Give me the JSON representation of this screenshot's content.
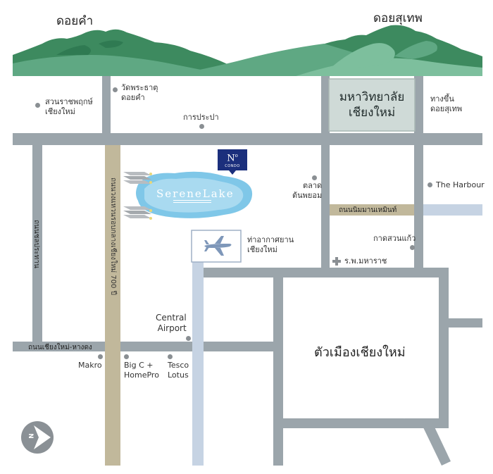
{
  "mountains": {
    "left": "ดอยคำ",
    "right": "ดอยสุเทพ"
  },
  "university": {
    "line1": "มหาวิทยาลัย",
    "line2": "เชียงใหม่"
  },
  "city": "ตัวเมืองเชียงใหม่",
  "roads": {
    "canal": "ถนนชลประทาน",
    "superhighway": "ถนนวงแหวนรอบกลางเชียงใหม่ 700 ปี",
    "nimman": "ถนนนิมมานเหมินท์",
    "hangdong": "ถนนเชียงใหม่-หางดง"
  },
  "places": {
    "suan_rajapruek": {
      "line1": "สวนราชพฤกษ์",
      "line2": "เชียงใหม่"
    },
    "wat_phra_that": {
      "line1": "วัดพระธาตุ",
      "line2": "ดอยคำ"
    },
    "electricity": "การประปา",
    "to_doi_suthep": {
      "line1": "ทางขึ้น",
      "line2": "ดอยสุเทพ"
    },
    "ton_payom": {
      "line1": "ตลาด",
      "line2": "ต้นพยอม"
    },
    "the_harbour": "The Harbour",
    "kad_suan_kaew": "กาดสวนแก้ว",
    "maharaj": "ร.พ.มหาราช",
    "airport": {
      "line1": "ท่าอากาศยาน",
      "line2": "เชียงใหม่"
    },
    "central_airport": {
      "line1": "Central",
      "line2": "Airport"
    },
    "makro": "Makro",
    "bigc": {
      "line1": "Big C +",
      "line2": "HomePro"
    },
    "tesco": {
      "line1": "Tesco",
      "line2": "Lotus"
    }
  },
  "project": {
    "name_a": "Serene",
    "name_b": "Lake",
    "badge": "N",
    "badge_sup": "o",
    "badge_sub": "CONDO"
  },
  "compass": "N",
  "colors": {
    "road": "#9ba5ab",
    "highway": "#c1b89b",
    "airport_road": "#c6d3e3",
    "mountain_dark": "#3d8a5f",
    "mountain_light": "#7dbf9d",
    "lake": "#7fc7e8",
    "badge": "#1b2f7c",
    "university_box": "#cfdad7"
  }
}
